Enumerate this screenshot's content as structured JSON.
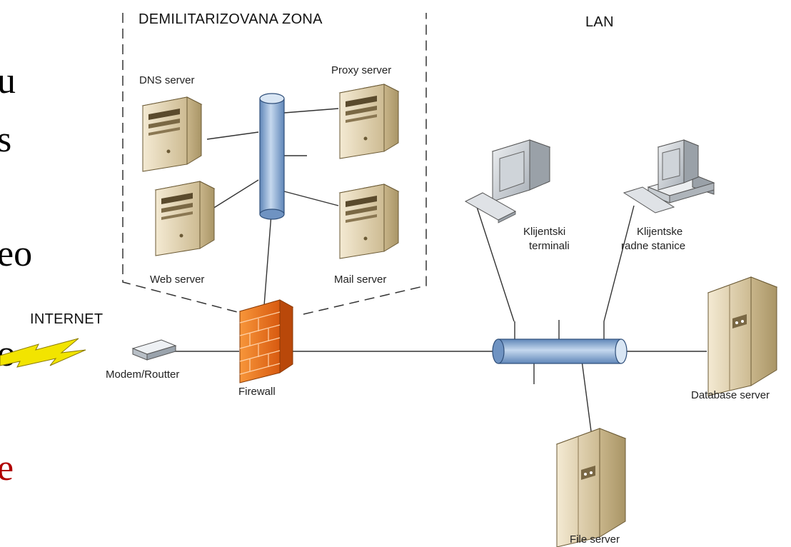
{
  "side_fragments": [
    {
      "text": "u",
      "color": "#000000"
    },
    {
      "text": "s",
      "color": "#000000"
    },
    {
      "text": "eo",
      "color": "#000000"
    },
    {
      "text": "o",
      "color": "#000000"
    },
    {
      "text": "e",
      "color": "#b00000"
    }
  ],
  "zones": {
    "dmz": "DEMILITARIZOVANA ZONA",
    "lan": "LAN",
    "internet": "INTERNET"
  },
  "nodes": {
    "dns": "DNS server",
    "proxy": "Proxy server",
    "web": "Web server",
    "mail": "Mail server",
    "modem": "Modem/Routter",
    "firewall": "Firewall",
    "terminals": "Klijentski\nterminali",
    "workstations": "Klijentske\nradne stanice",
    "database": "Database server",
    "file": "File server"
  },
  "colors": {
    "server_body": "#e9dcbc",
    "firewall": "#f07a1e",
    "backbone": "#8fb0d6",
    "lightning": "#f2e400"
  }
}
